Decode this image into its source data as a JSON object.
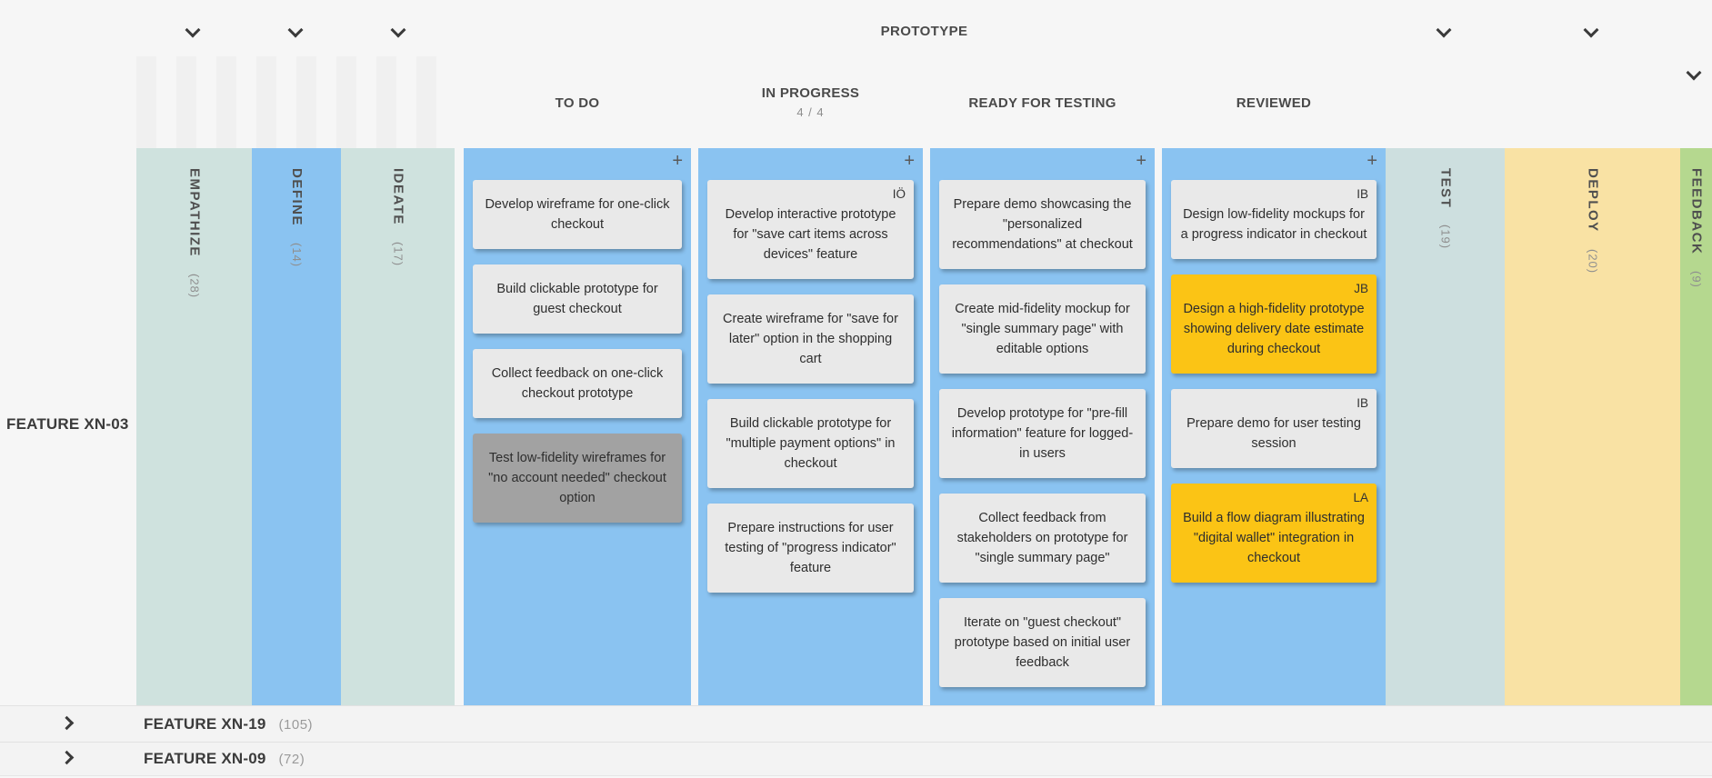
{
  "icons": {
    "add": "+"
  },
  "board": {
    "active_feature": {
      "label": "FEATURE XN-03"
    },
    "stages": [
      {
        "id": "empathize",
        "label": "EMPATHIZE",
        "count": "(28)",
        "collapsed": true
      },
      {
        "id": "define",
        "label": "DEFINE",
        "count": "(14)",
        "collapsed": true
      },
      {
        "id": "ideate",
        "label": "IDEATE",
        "count": "(17)",
        "collapsed": true
      },
      {
        "id": "prototype",
        "label": "PROTOTYPE",
        "collapsed": false
      },
      {
        "id": "test",
        "label": "TEST",
        "count": "(19)",
        "collapsed": true
      },
      {
        "id": "deploy",
        "label": "DEPLOY",
        "count": "(20)",
        "collapsed": true
      },
      {
        "id": "feedback",
        "label": "FEEDBACK",
        "count": "(9)",
        "collapsed": true
      }
    ],
    "prototype_columns": [
      {
        "label": "TO DO",
        "cards": [
          {
            "text": "Develop wireframe for one-click checkout"
          },
          {
            "text": "Build clickable prototype for guest checkout"
          },
          {
            "text": "Collect feedback on one-click checkout prototype"
          },
          {
            "text": "Test low-fidelity wireframes for \"no account needed\" checkout option",
            "variant": "muted"
          }
        ]
      },
      {
        "label": "IN PROGRESS",
        "wip": "4 / 4",
        "cards": [
          {
            "text": "Develop interactive prototype for \"save cart items across devices\" feature",
            "badge": "IÖ"
          },
          {
            "text": "Create wireframe for \"save for later\" option in the shopping cart"
          },
          {
            "text": "Build clickable prototype for \"multiple payment options\" in checkout"
          },
          {
            "text": "Prepare instructions for user testing of \"progress indicator\" feature"
          }
        ]
      },
      {
        "label": "READY FOR TESTING",
        "cards": [
          {
            "text": "Prepare demo showcasing the \"personalized recommendations\" at checkout"
          },
          {
            "text": "Create mid-fidelity mockup for \"single summary page\" with editable options"
          },
          {
            "text": "Develop prototype for \"pre-fill information\" feature for logged-in users"
          },
          {
            "text": "Collect feedback from stakeholders on prototype for \"single summary page\""
          },
          {
            "text": "Iterate on \"guest checkout\" prototype based on initial user feedback"
          }
        ]
      },
      {
        "label": "REVIEWED",
        "cards": [
          {
            "text": "Design low-fidelity mockups for a progress indicator in checkout",
            "badge": "IB"
          },
          {
            "text": "Design a high-fidelity prototype showing delivery date estimate during checkout",
            "badge": "JB",
            "variant": "highlight"
          },
          {
            "text": "Prepare demo for user testing session",
            "badge": "IB"
          },
          {
            "text": "Build a flow diagram illustrating \"digital wallet\" integration in checkout",
            "badge": "LA",
            "variant": "highlight"
          }
        ]
      }
    ],
    "collapsed_features": [
      {
        "label": "FEATURE XN-19",
        "count": "(105)"
      },
      {
        "label": "FEATURE XN-09",
        "count": "(72)"
      }
    ],
    "colors": {
      "stage_teal": "#cfe2de",
      "stage_blue": "#8ac3f1",
      "stage_test_teal": "#cddfdf",
      "stage_deploy_yellow": "#f9e2a4",
      "stage_feedback_green": "#b5d88f",
      "card_default": "#e9e9e9",
      "card_highlight": "#fbc415",
      "card_muted": "#a2a2a2"
    }
  }
}
